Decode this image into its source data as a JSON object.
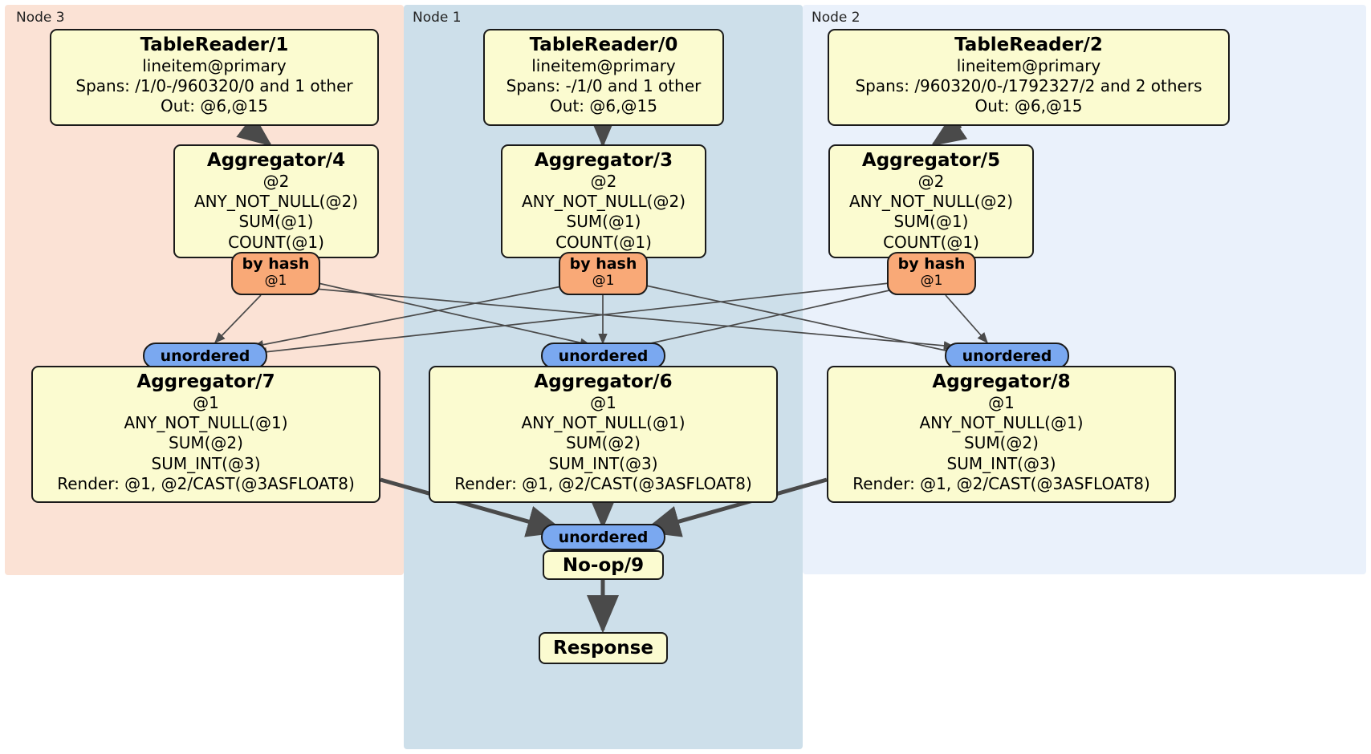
{
  "diagram": {
    "type": "distributed-query-plan",
    "colors": {
      "node3_panel": "#fbe2d5",
      "node1_panel": "#cddfea",
      "node2_panel": "#eaf1fb",
      "processor_fill": "#fbfbd0",
      "processor_border": "#1a1a1a",
      "hash_router": "#f9a977",
      "unordered_synchronizer": "#7aa8f0",
      "edge": "#4a4a4a"
    }
  },
  "nodes": [
    {
      "id": "node3",
      "label": "Node 3"
    },
    {
      "id": "node1",
      "label": "Node 1"
    },
    {
      "id": "node2",
      "label": "Node 2"
    }
  ],
  "processors": {
    "table_reader_1": {
      "title": "TableReader/1",
      "lines": [
        "lineitem@primary",
        "Spans: /1/0-/960320/0 and 1 other",
        "Out: @6,@15"
      ]
    },
    "table_reader_0": {
      "title": "TableReader/0",
      "lines": [
        "lineitem@primary",
        "Spans: -/1/0 and 1 other",
        "Out: @6,@15"
      ]
    },
    "table_reader_2": {
      "title": "TableReader/2",
      "lines": [
        "lineitem@primary",
        "Spans: /960320/0-/1792327/2 and 2 others",
        "Out: @6,@15"
      ]
    },
    "aggregator_4": {
      "title": "Aggregator/4",
      "lines": [
        "@2",
        "ANY_NOT_NULL(@2)",
        "SUM(@1)",
        "COUNT(@1)"
      ]
    },
    "aggregator_3": {
      "title": "Aggregator/3",
      "lines": [
        "@2",
        "ANY_NOT_NULL(@2)",
        "SUM(@1)",
        "COUNT(@1)"
      ]
    },
    "aggregator_5": {
      "title": "Aggregator/5",
      "lines": [
        "@2",
        "ANY_NOT_NULL(@2)",
        "SUM(@1)",
        "COUNT(@1)"
      ]
    },
    "aggregator_7": {
      "title": "Aggregator/7",
      "lines": [
        "@1",
        "ANY_NOT_NULL(@1)",
        "SUM(@2)",
        "SUM_INT(@3)",
        "Render: @1, @2/CAST(@3ASFLOAT8)"
      ]
    },
    "aggregator_6": {
      "title": "Aggregator/6",
      "lines": [
        "@1",
        "ANY_NOT_NULL(@1)",
        "SUM(@2)",
        "SUM_INT(@3)",
        "Render: @1, @2/CAST(@3ASFLOAT8)"
      ]
    },
    "aggregator_8": {
      "title": "Aggregator/8",
      "lines": [
        "@1",
        "ANY_NOT_NULL(@1)",
        "SUM(@2)",
        "SUM_INT(@3)",
        "Render: @1, @2/CAST(@3ASFLOAT8)"
      ]
    },
    "noop_9": {
      "title": "No-op/9"
    },
    "response": {
      "title": "Response"
    }
  },
  "routers": {
    "hash_left": {
      "label": "by hash",
      "column": "@1"
    },
    "hash_center": {
      "label": "by hash",
      "column": "@1"
    },
    "hash_right": {
      "label": "by hash",
      "column": "@1"
    }
  },
  "synchronizers": {
    "unordered_left": {
      "label": "unordered"
    },
    "unordered_center": {
      "label": "unordered"
    },
    "unordered_right": {
      "label": "unordered"
    },
    "unordered_final": {
      "label": "unordered"
    }
  }
}
